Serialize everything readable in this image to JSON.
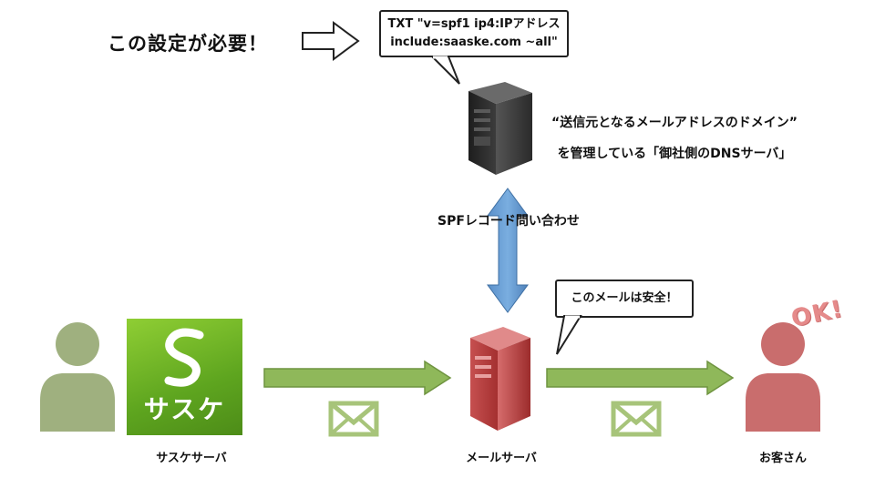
{
  "headline": "この設定が必要！",
  "txt_record": {
    "line1": "TXT \"v=spf1 ip4:IPアドレス",
    "line2": "include:saaske.com ~all\""
  },
  "dns_note": {
    "line1": "“送信元となるメールアドレスのドメイン”",
    "line2": "を管理している「御社側のDNSサーバ」"
  },
  "spf_query_label": "SPFレコード問い合わせ",
  "safe_message": "このメールは安全！",
  "ok_mark": "OK!",
  "logo_text": "サスケ",
  "captions": {
    "sasuke_server": "サスケサーバ",
    "mail_server": "メールサーバ",
    "customer": "お客さん"
  },
  "colors": {
    "arrow_green": "#8fb85a",
    "arrow_blue": "#6699cc",
    "envelope_green": "#a7c47a",
    "sender_person": "#9fb07f",
    "customer_person": "#c96d6d",
    "dns_server": "#2b2b2b",
    "mail_server": "#b53b3b"
  },
  "icons": {
    "sender": "person-icon",
    "customer": "person-icon",
    "dns_server": "server-tower-icon",
    "mail_server": "server-tower-icon",
    "envelope": "envelope-icon"
  }
}
